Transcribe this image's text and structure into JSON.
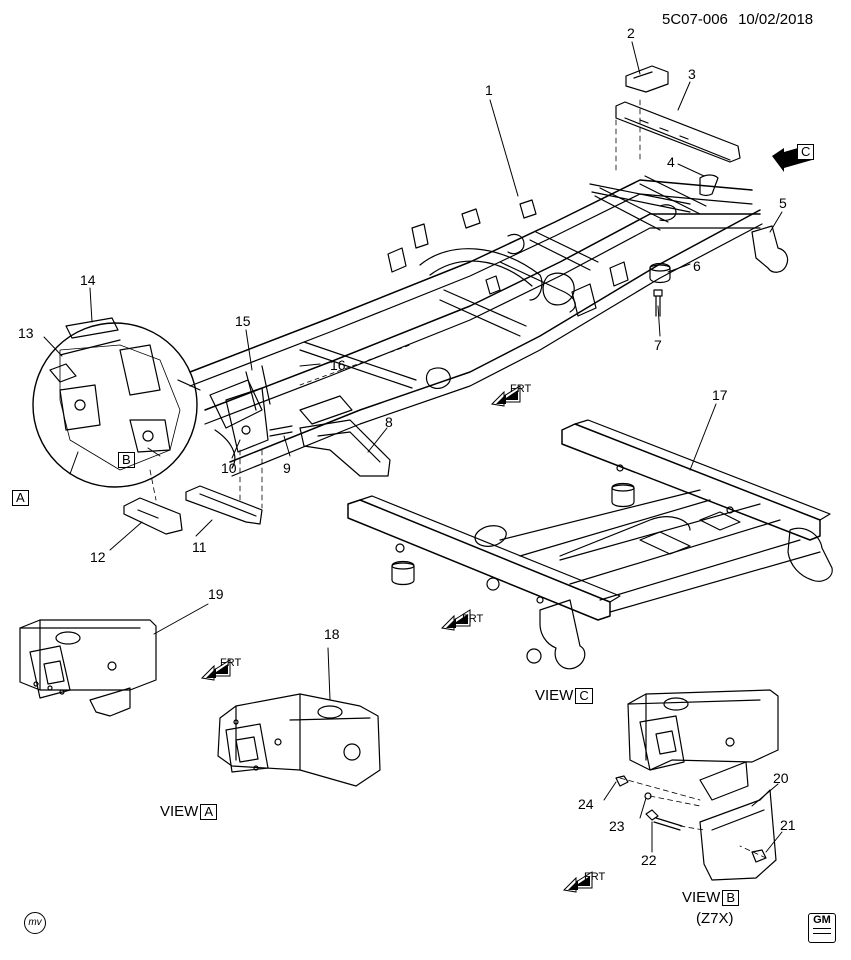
{
  "header": {
    "doc_id": "5C07-006",
    "date": "10/02/2018"
  },
  "callouts": [
    "1",
    "2",
    "3",
    "4",
    "5",
    "6",
    "7",
    "8",
    "9",
    "10",
    "11",
    "12",
    "13",
    "14",
    "15",
    "16",
    "17",
    "18",
    "19",
    "20",
    "21",
    "22",
    "23",
    "24"
  ],
  "section_markers": {
    "a": "A",
    "b": "B",
    "c": "C"
  },
  "views": {
    "a": {
      "text": "VIEW",
      "box": "A"
    },
    "b": {
      "text": "VIEW",
      "box": "B",
      "sub": "(Z7X)"
    },
    "c": {
      "text": "VIEW",
      "box": "C"
    }
  },
  "frt_text": "FRT",
  "footer": {
    "mv_mark": "mv",
    "gm_logo": "GM"
  }
}
